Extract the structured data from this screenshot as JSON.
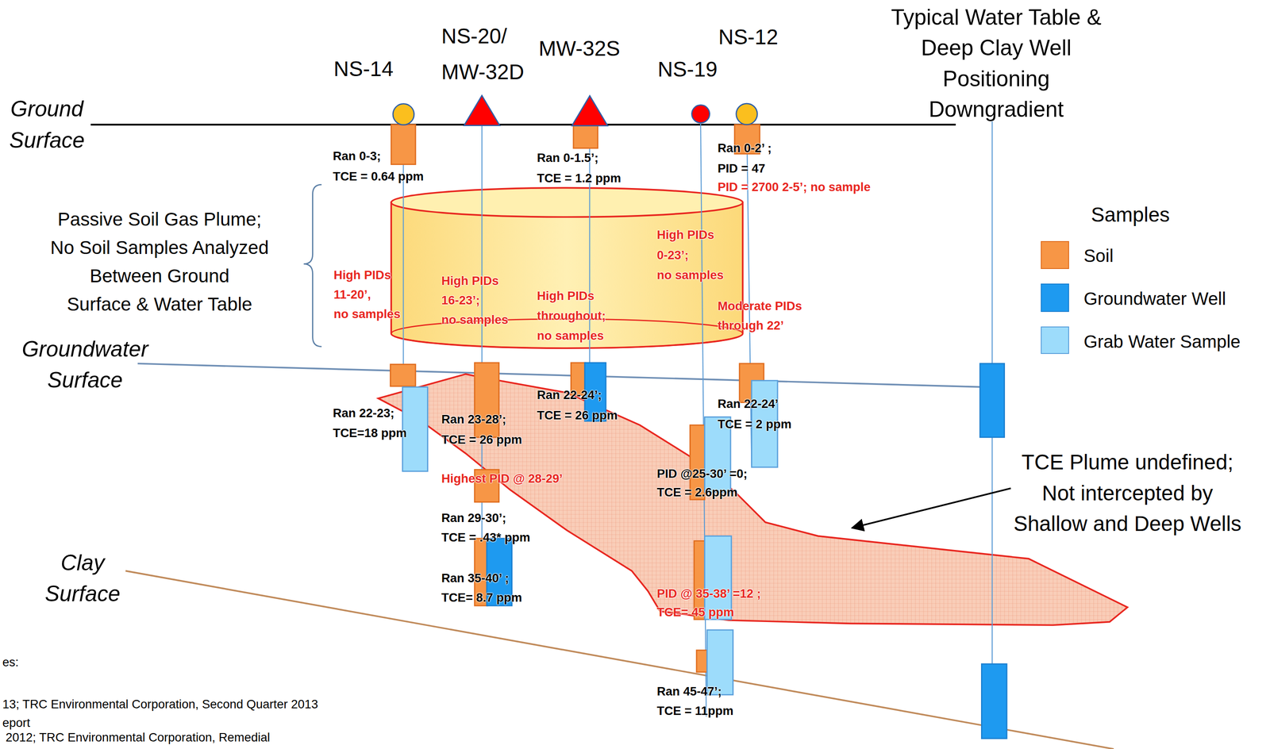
{
  "diagram": {
    "nodes": [
      {
        "text": [
          "NS-14"
        ]
      },
      {
        "text": [
          "NS-20/ MW-32D"
        ]
      },
      {
        "text": [
          "MW-32S"
        ]
      },
      {
        "text": [
          "NS-19"
        ]
      },
      {
        "text": [
          "NS-12"
        ]
      }
    ],
    "labels": [
      "Typical Water Table & Deep Clay Well Positioning Downgradient",
      "Ground Surface",
      "Ran 0-3; TCE = 0.64 ppm",
      "Ran 0-1.5’; TCE = 1.2 ppm",
      "Ran 0-2’ ; PID = 47",
      "PID = 2700 2-5’; no sample",
      "Samples",
      "Passive Soil Gas Plume; No Soil Samples Analyzed Between Ground Surface & Water Table",
      "High PIDs 0-23’; no samples",
      "High PIDs 11-20’, no samples",
      "High PIDs 16-23’; no samples",
      "High PIDs throughout; no samples",
      "Moderate PIDs through 22’",
      "Groundwater Surface",
      "Ran 22-24’; TCE = 26 ppm",
      "Ran 22-24’ TCE = 2 ppm",
      "Ran 22-23; TCE=18 ppm",
      "Ran 23-28’; TCE = 26 ppm",
      "TCE Plume undefined; Not intercepted by Shallow and Deep Wells",
      "PID @25-30’ =0; TCE = 2.6ppm",
      "Highest PID @ 28-29’",
      "Ran 29-30’; TCE = .43* ppm",
      "Clay Surface",
      "Ran 35-40’ ; TCE= 8.7 ppm",
      "PID @ 35-38’ =12 ; TCE= 45 ppm",
      "es:",
      "13; TRC Environmental Corporation, Second Quarter 2013",
      "eport",
      "Ran 45-47’; TCE = 11ppm",
      "2012; TRC Environmental Corporation, Remedial"
    ],
    "legend": [
      {
        "text": "Soil",
        "color": "#f79646"
      },
      {
        "text": "Groundwater Well",
        "color": "#1e9af0"
      },
      {
        "text": "Grab Water Sample",
        "color": "#9ddcfb"
      }
    ]
  }
}
